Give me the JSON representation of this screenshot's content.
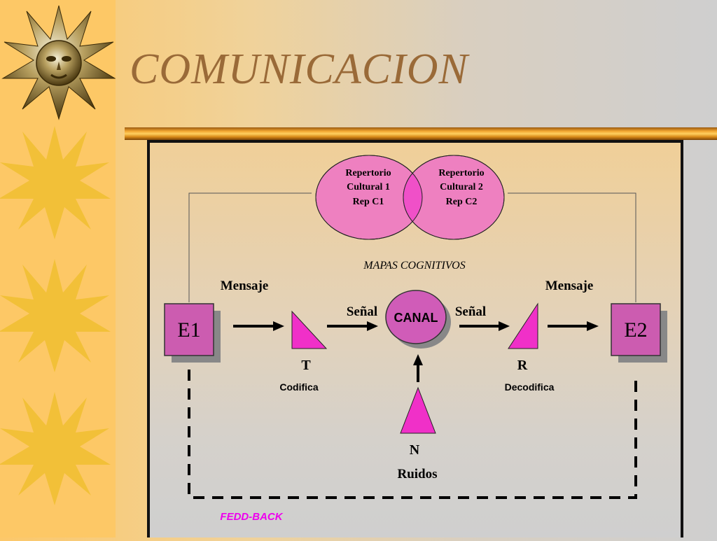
{
  "slide": {
    "title": "COMUNICACION"
  },
  "colors": {
    "accent_magenta": "#f030c8",
    "ellipse_pink": "#ee80c0",
    "box_fill": "#cc5cb0",
    "title_brown": "#9a6a38",
    "feedback_magenta": "#ee00ee",
    "sun_gold": "#f0c040"
  },
  "diagram": {
    "repertorio_1": [
      "Repertorio",
      "Cultural 1",
      "Rep C1"
    ],
    "repertorio_2": [
      "Repertorio",
      "Cultural 2",
      "Rep C2"
    ],
    "mapas": "MAPAS COGNITIVOS",
    "mensaje_left": "Mensaje",
    "mensaje_right": "Mensaje",
    "e1": "E1",
    "e2": "E2",
    "senal_left": "Señal",
    "senal_right": "Señal",
    "canal": "CANAL",
    "t_label": "T",
    "t_sub": "Codifica",
    "r_label": "R",
    "r_sub": "Decodifica",
    "n_label": "N",
    "n_sub": "Ruidos",
    "feedback": "FEDD-BACK"
  }
}
